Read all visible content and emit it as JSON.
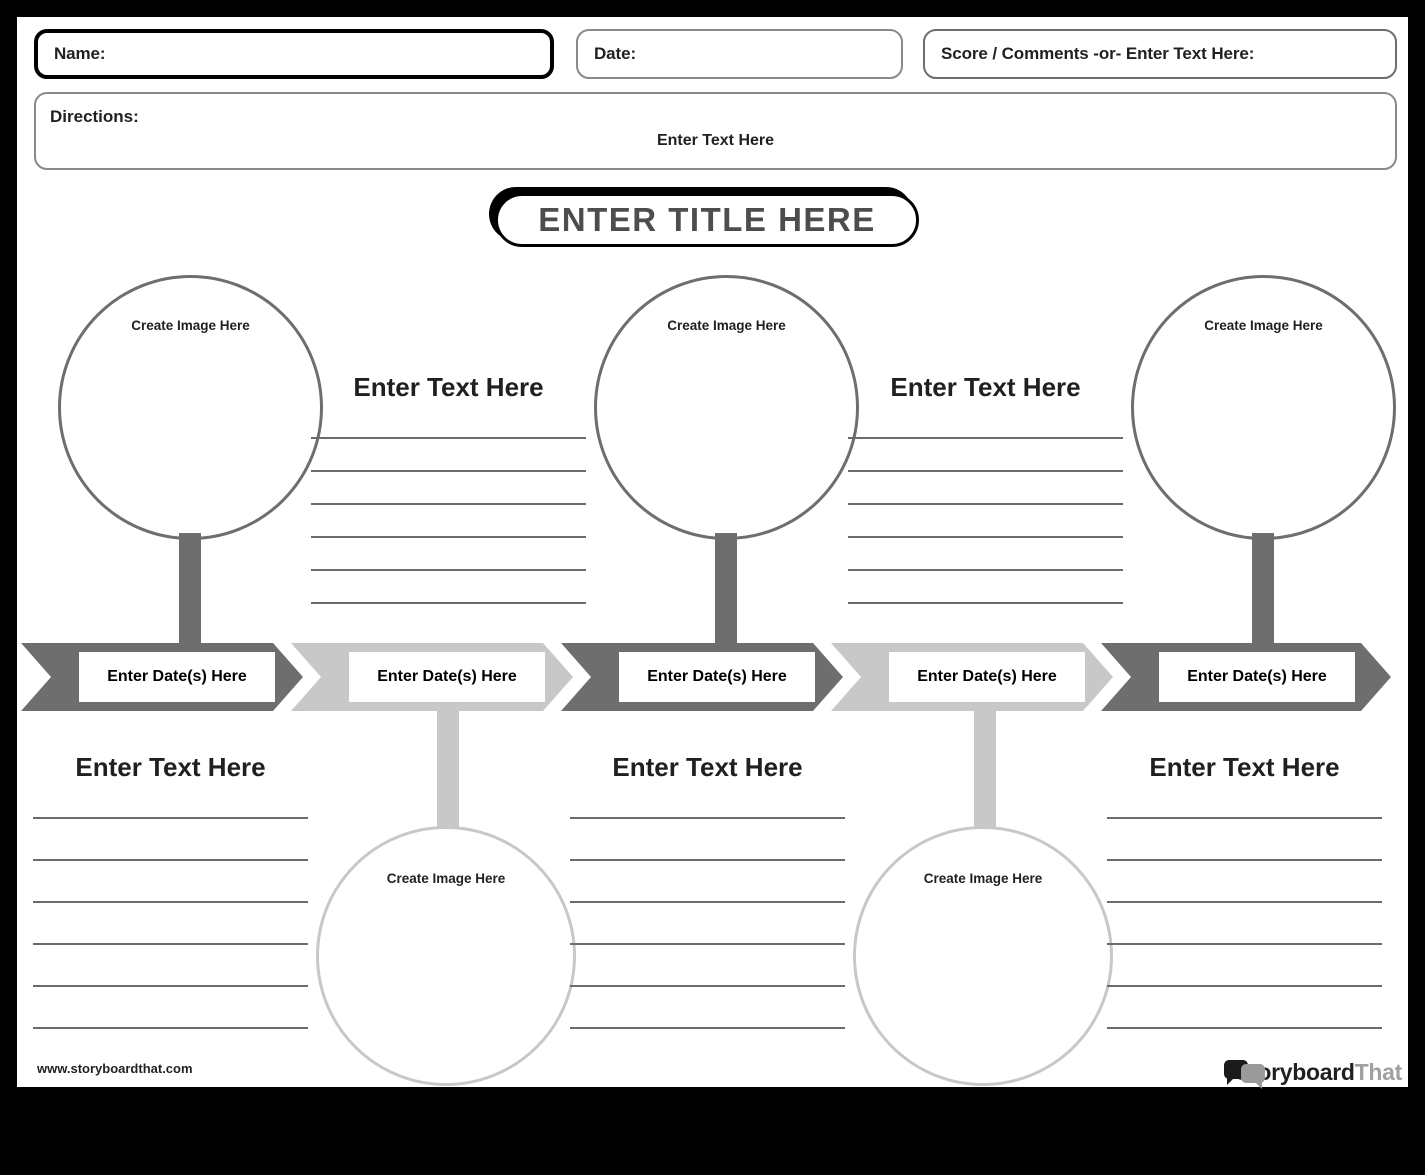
{
  "page": {
    "header": {
      "name_label": "Name:",
      "date_label": "Date:",
      "score_label": "Score / Comments -or- Enter Text Here:",
      "directions_label": "Directions:",
      "directions_placeholder": "Enter Text Here"
    },
    "title": "ENTER TITLE HERE",
    "labels": {
      "create_image": "Create Image Here",
      "enter_text": "Enter Text Here",
      "enter_dates": "Enter Date(s) Here"
    },
    "timeline": {
      "events": [
        {
          "date": "Enter Date(s) Here",
          "tone": "dark",
          "position": "above",
          "text_heading": "Enter Text Here",
          "image_label": "Create Image Here",
          "lines": 6
        },
        {
          "date": "Enter Date(s) Here",
          "tone": "light",
          "position": "below",
          "text_heading": "Enter Text Here",
          "image_label": "Create Image Here",
          "lines": 6
        },
        {
          "date": "Enter Date(s) Here",
          "tone": "dark",
          "position": "above",
          "text_heading": "Enter Text Here",
          "image_label": "Create Image Here",
          "lines": 6
        },
        {
          "date": "Enter Date(s) Here",
          "tone": "light",
          "position": "below",
          "text_heading": "Enter Text Here",
          "image_label": "Create Image Here",
          "lines": 6
        },
        {
          "date": "Enter Date(s) Here",
          "tone": "dark",
          "position": "above",
          "text_heading": "Enter Text Here",
          "image_label": "Create Image Here",
          "lines": 6
        }
      ],
      "text_headings_top": [
        "Enter Text Here",
        "Enter Text Here"
      ],
      "text_headings_bottom": [
        "Enter Text Here",
        "Enter Text Here",
        "Enter Text Here"
      ]
    },
    "footer": {
      "url": "www.storyboardthat.com",
      "brand_primary": "Storyboard",
      "brand_secondary": "That"
    },
    "colors": {
      "dark_gray": "#6e6e6e",
      "light_gray": "#c8c8c8",
      "rule_gray": "#6b6b6b",
      "title_text": "#4d4d4d",
      "black": "#000000"
    }
  }
}
